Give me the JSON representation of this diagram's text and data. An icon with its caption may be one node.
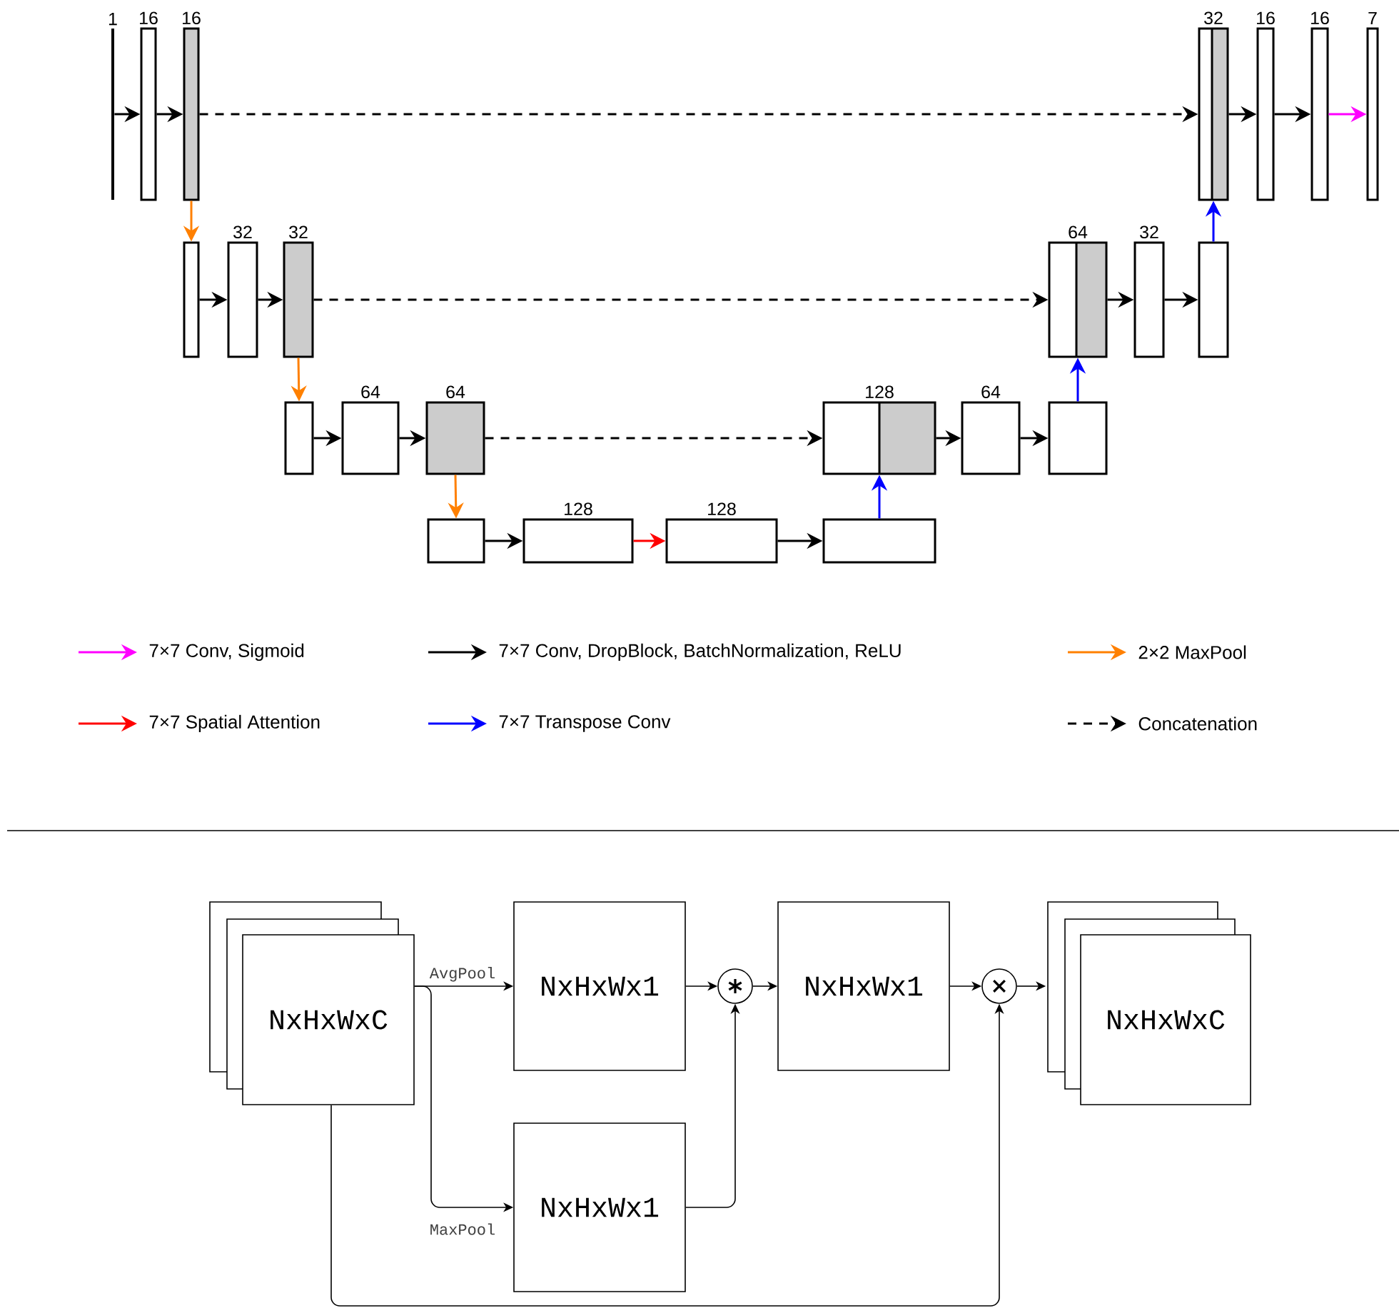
{
  "diagram": {
    "nodes": [
      {
        "text": [
          "1"
        ]
      },
      {
        "text": [
          "16"
        ]
      },
      {
        "text": [
          "16"
        ]
      },
      {
        "text": [
          "32"
        ]
      },
      {
        "text": [
          "16"
        ]
      },
      {
        "text": [
          "16"
        ]
      },
      {
        "text": [
          "7"
        ]
      },
      {
        "text": [],
        "shape": "box"
      },
      {
        "text": [
          "32"
        ]
      },
      {
        "text": [
          "32"
        ]
      },
      {
        "text": [
          "64"
        ]
      },
      {
        "text": [
          "32"
        ]
      },
      {
        "text": [],
        "shape": "box"
      },
      {
        "text": [],
        "shape": "box"
      },
      {
        "text": [
          "64"
        ]
      },
      {
        "text": [
          "64"
        ]
      },
      {
        "text": [
          "128"
        ]
      },
      {
        "text": [
          "64"
        ]
      },
      {
        "text": [],
        "shape": "box"
      },
      {
        "text": [],
        "shape": "box"
      },
      {
        "text": [
          "128"
        ]
      },
      {
        "text": [
          "128"
        ]
      },
      {
        "text": [],
        "shape": "box"
      },
      {
        "text": [
          "NxHxWxC"
        ]
      },
      {
        "text": [
          "NxHxWx1"
        ]
      },
      {
        "text": [
          "NxHxWx1"
        ]
      },
      {
        "text": [],
        "shape": "circle"
      },
      {
        "text": [
          "NxHxWx1"
        ]
      },
      {
        "text": [],
        "shape": "circle"
      },
      {
        "text": [
          "NxHxWxC"
        ]
      }
    ],
    "edges": [
      {
        "from": 0,
        "to": 1,
        "arrow": "to"
      },
      {
        "from": 1,
        "to": 2,
        "arrow": "to"
      },
      {
        "from": 2,
        "to": 3,
        "arrow": "to",
        "style": "dashed"
      },
      {
        "from": 3,
        "to": 4,
        "arrow": "to"
      },
      {
        "from": 4,
        "to": 5,
        "arrow": "to"
      },
      {
        "from": 5,
        "to": 6,
        "arrow": "to",
        "color": "#ff00ff"
      },
      {
        "from": 2,
        "to": 7,
        "arrow": "to",
        "color": "#ff8000"
      },
      {
        "from": 7,
        "to": 8,
        "arrow": "to"
      },
      {
        "from": 8,
        "to": 9,
        "arrow": "to"
      },
      {
        "from": 9,
        "to": 10,
        "arrow": "to",
        "style": "dashed"
      },
      {
        "from": 10,
        "to": 11,
        "arrow": "to"
      },
      {
        "from": 11,
        "to": 12,
        "arrow": "to"
      },
      {
        "from": 12,
        "to": 3,
        "arrow": "to",
        "color": "#0000ff"
      },
      {
        "from": 9,
        "to": 13,
        "arrow": "to",
        "color": "#ff8000"
      },
      {
        "from": 13,
        "to": 14,
        "arrow": "to"
      },
      {
        "from": 14,
        "to": 15,
        "arrow": "to"
      },
      {
        "from": 15,
        "to": 16,
        "arrow": "to",
        "style": "dashed"
      },
      {
        "from": 16,
        "to": 17,
        "arrow": "to"
      },
      {
        "from": 17,
        "to": 18,
        "arrow": "to"
      },
      {
        "from": 18,
        "to": 10,
        "arrow": "to",
        "color": "#0000ff"
      },
      {
        "from": 15,
        "to": 19,
        "arrow": "to",
        "color": "#ff8000"
      },
      {
        "from": 19,
        "to": 20,
        "arrow": "to"
      },
      {
        "from": 20,
        "to": 21,
        "arrow": "to",
        "color": "#ff0000"
      },
      {
        "from": 21,
        "to": 22,
        "arrow": "to"
      },
      {
        "from": 22,
        "to": 16,
        "arrow": "to",
        "color": "#0000ff"
      },
      {
        "from": 23,
        "to": 24,
        "arrow": "to",
        "label": "AvgPool"
      },
      {
        "from": 23,
        "to": 25,
        "arrow": "to",
        "label": "MaxPool"
      },
      {
        "from": 24,
        "to": 26,
        "arrow": "to"
      },
      {
        "from": 25,
        "to": 26,
        "arrow": "to"
      },
      {
        "from": 26,
        "to": 27,
        "arrow": "to"
      },
      {
        "from": 27,
        "to": 28,
        "arrow": "to"
      },
      {
        "from": 23,
        "to": 28,
        "arrow": "to"
      },
      {
        "from": 28,
        "to": 29,
        "arrow": "to"
      }
    ],
    "legend": [
      {
        "text": "7×7 Conv, Sigmoid"
      },
      {
        "text": "7×7 Conv, DropBlock, BatchNormalization, ReLU"
      },
      {
        "text": "2×2 MaxPool"
      },
      {
        "text": "7×7 Spatial Attention"
      },
      {
        "text": "7×7 Transpose Conv"
      },
      {
        "text": "Concatenation"
      }
    ]
  }
}
